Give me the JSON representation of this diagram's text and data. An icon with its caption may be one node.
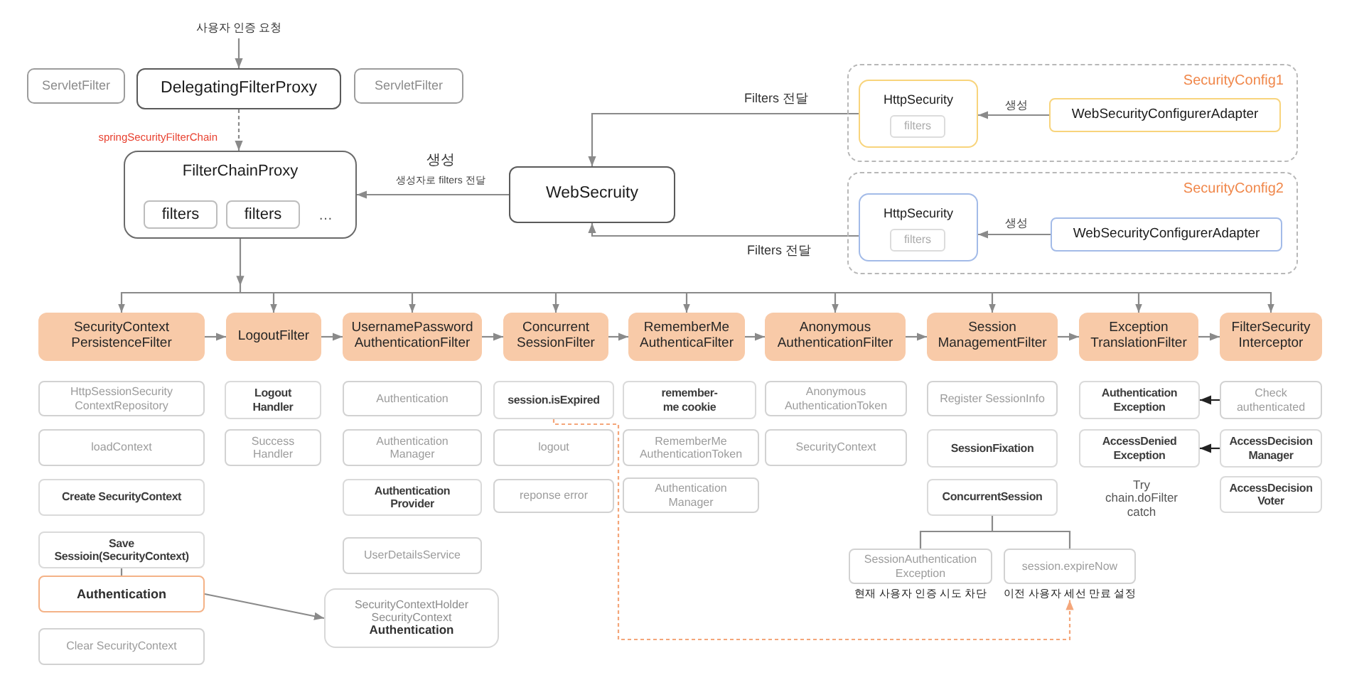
{
  "diagram": {
    "nodes": [
      {
        "text": [
          "사용자 인증 요청"
        ]
      },
      {
        "text": [
          "ServletFilter"
        ]
      },
      {
        "text": [
          "DelegatingFilterProxy"
        ]
      },
      {
        "text": [
          "ServletFilter"
        ]
      },
      {
        "text": [
          "FilterChainProxy",
          "…"
        ]
      },
      {
        "text": [
          "filters"
        ],
        "in": 4
      },
      {
        "text": [
          "filters"
        ],
        "in": 4
      },
      {
        "text": [
          "WebSecruity"
        ]
      },
      {
        "text": [
          "SecurityConfig1"
        ]
      },
      {
        "text": [
          "HttpSecurity"
        ],
        "in": 8
      },
      {
        "text": [
          "filters"
        ],
        "in": 9
      },
      {
        "text": [
          "WebSecurityConfigurerAdapter"
        ],
        "in": 8
      },
      {
        "text": [
          "SecurityConfig2"
        ]
      },
      {
        "text": [
          "HttpSecurity"
        ],
        "in": 12
      },
      {
        "text": [
          "filters"
        ],
        "in": 13
      },
      {
        "text": [
          "WebSecurityConfigurerAdapter"
        ],
        "in": 12
      },
      {
        "text": [
          "SecurityContext PersistenceFilter"
        ]
      },
      {
        "text": [
          "LogoutFilter"
        ]
      },
      {
        "text": [
          "UsernamePassword AuthenticationFilter"
        ]
      },
      {
        "text": [
          "Concurrent SessionFilter"
        ]
      },
      {
        "text": [
          "RememberMe AuthenticaFilter"
        ]
      },
      {
        "text": [
          "Anonymous AuthenticationFilter"
        ]
      },
      {
        "text": [
          "Session ManagementFilter"
        ]
      },
      {
        "text": [
          "Exception TranslationFilter"
        ]
      },
      {
        "text": [
          "FilterSecurity Interceptor"
        ]
      },
      {
        "text": [
          "HttpSessionSecurity ContextRepository"
        ]
      },
      {
        "text": [
          "loadContext"
        ]
      },
      {
        "text": [
          "Create SecurityContext"
        ]
      },
      {
        "text": [
          "Save Sessioin(SecurityContext)"
        ]
      },
      {
        "text": [
          "Authentication"
        ]
      },
      {
        "text": [
          "Clear SecurityContext"
        ]
      },
      {
        "text": [
          "Logout Handler"
        ]
      },
      {
        "text": [
          "Success Handler"
        ]
      },
      {
        "text": [
          "Authentication"
        ]
      },
      {
        "text": [
          "Authentication Manager"
        ]
      },
      {
        "text": [
          "Authentication Provider"
        ]
      },
      {
        "text": [
          "UserDetailsService"
        ]
      },
      {
        "text": [
          "SecurityContextHolder SecurityContext",
          "Authentication"
        ]
      },
      {
        "text": [
          "session.isExpired"
        ]
      },
      {
        "text": [
          "logout"
        ]
      },
      {
        "text": [
          "reponse error"
        ]
      },
      {
        "text": [
          "remember-me cookie"
        ]
      },
      {
        "text": [
          "RememberMe AuthenticationToken"
        ]
      },
      {
        "text": [
          "Authentication Manager"
        ]
      },
      {
        "text": [
          "Anonymous AuthenticationToken"
        ]
      },
      {
        "text": [
          "SecurityContext"
        ]
      },
      {
        "text": [
          "Register SessionInfo"
        ]
      },
      {
        "text": [
          "SessionFixation"
        ]
      },
      {
        "text": [
          "ConcurrentSession"
        ]
      },
      {
        "text": [
          "SessionAuthentication Exception"
        ],
        "beside": [
          "현재 사용자 인증 시도 차단"
        ]
      },
      {
        "text": [
          "session.expireNow"
        ],
        "beside": [
          "이전 사용자 세선 만료 설정"
        ]
      },
      {
        "text": [
          "Authentication Exception"
        ]
      },
      {
        "text": [
          "AccessDenied Exception"
        ]
      },
      {
        "text": [
          "Check authenticated"
        ]
      },
      {
        "text": [
          "AccessDecision Manager"
        ]
      },
      {
        "text": [
          "AccessDecision Voter"
        ]
      }
    ],
    "edges": [
      {
        "from": 0,
        "to": 2,
        "arrow": "to"
      },
      {
        "from": 2,
        "to": 4,
        "arrow": "to",
        "style": "dashed",
        "label": "springSecurityFilterChain"
      },
      {
        "from": 7,
        "to": 4,
        "arrow": "to",
        "label": "생성"
      },
      {
        "from": 9,
        "to": 7,
        "arrow": "to",
        "label": "Filters 전달"
      },
      {
        "from": 13,
        "to": 7,
        "arrow": "to",
        "label": "Filters 전달"
      },
      {
        "from": 11,
        "to": 9,
        "arrow": "to",
        "label": "생성"
      },
      {
        "from": 15,
        "to": 13,
        "arrow": "to",
        "label": "생성"
      },
      {
        "from": 4,
        "to": 16,
        "arrow": "to"
      },
      {
        "from": 4,
        "to": 17,
        "arrow": "to"
      },
      {
        "from": 4,
        "to": 18,
        "arrow": "to"
      },
      {
        "from": 4,
        "to": 19,
        "arrow": "to"
      },
      {
        "from": 4,
        "to": 20,
        "arrow": "to"
      },
      {
        "from": 4,
        "to": 21,
        "arrow": "to"
      },
      {
        "from": 4,
        "to": 22,
        "arrow": "to"
      },
      {
        "from": 4,
        "to": 23,
        "arrow": "to"
      },
      {
        "from": 4,
        "to": 24,
        "arrow": "to"
      },
      {
        "from": 16,
        "to": 17,
        "arrow": "to"
      },
      {
        "from": 17,
        "to": 18,
        "arrow": "to"
      },
      {
        "from": 18,
        "to": 19,
        "arrow": "to"
      },
      {
        "from": 19,
        "to": 20,
        "arrow": "to"
      },
      {
        "from": 20,
        "to": 21,
        "arrow": "to"
      },
      {
        "from": 21,
        "to": 22,
        "arrow": "to"
      },
      {
        "from": 22,
        "to": 23,
        "arrow": "to"
      },
      {
        "from": 23,
        "to": 24,
        "arrow": "to"
      },
      {
        "from": 28,
        "to": 29,
        "arrow": "none"
      },
      {
        "from": 29,
        "to": 37,
        "arrow": "to"
      },
      {
        "from": 38,
        "to": 50,
        "arrow": "to",
        "style": "dashed",
        "color": "#f4a67a"
      },
      {
        "from": 48,
        "to": 49,
        "arrow": "none"
      },
      {
        "from": 48,
        "to": 50,
        "arrow": "none"
      },
      {
        "from": 53,
        "to": 51,
        "arrow": "to",
        "color": "#222222"
      },
      {
        "from": 54,
        "to": 52,
        "arrow": "to",
        "color": "#222222"
      }
    ],
    "labels": [
      "생성자로 filters 전달",
      "Try chain.doFilter catch"
    ]
  }
}
